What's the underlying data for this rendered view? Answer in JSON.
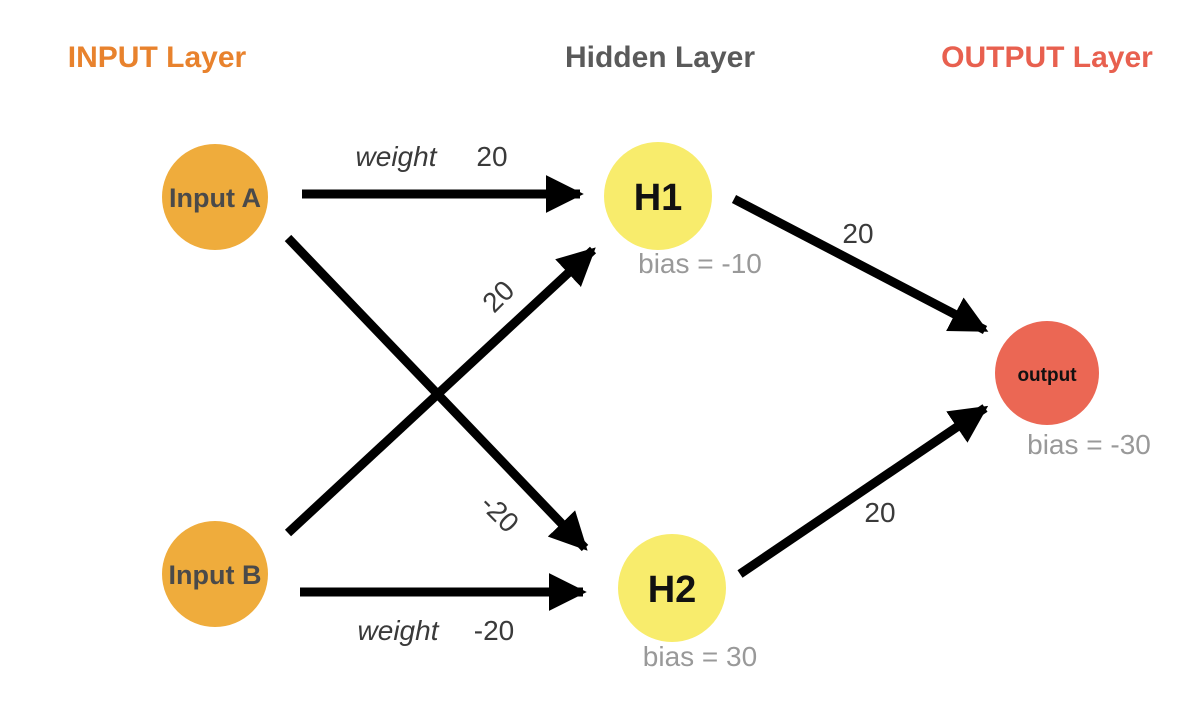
{
  "layers": {
    "input": {
      "title": "INPUT Layer",
      "color": "#e8822d"
    },
    "hidden": {
      "title": "Hidden Layer",
      "color": "#5a5a5a"
    },
    "output": {
      "title": "OUTPUT Layer",
      "color": "#e8604f"
    }
  },
  "nodes": {
    "input_a": {
      "label": "Input A",
      "fill": "#efac3c"
    },
    "input_b": {
      "label": "Input B",
      "fill": "#efac3c"
    },
    "h1": {
      "label": "H1",
      "fill": "#f8ec6c",
      "bias": "bias = -10"
    },
    "h2": {
      "label": "H2",
      "fill": "#f8ec6c",
      "bias": "bias = 30"
    },
    "output": {
      "label": "output",
      "fill": "#eb6754",
      "bias": "bias = -30"
    }
  },
  "edges": {
    "a_to_h1": {
      "prefix": "weight",
      "weight": "20"
    },
    "b_to_h1": {
      "weight": "20"
    },
    "a_to_h2": {
      "weight": "-20"
    },
    "b_to_h2": {
      "prefix": "weight",
      "weight": "-20"
    },
    "h1_to_out": {
      "weight": "20"
    },
    "h2_to_out": {
      "weight": "20"
    }
  },
  "colors": {
    "arrow": "#000000",
    "edge_text": "#3a3a3a",
    "bias_text": "#999999",
    "node_text": "#4a4a4a"
  }
}
